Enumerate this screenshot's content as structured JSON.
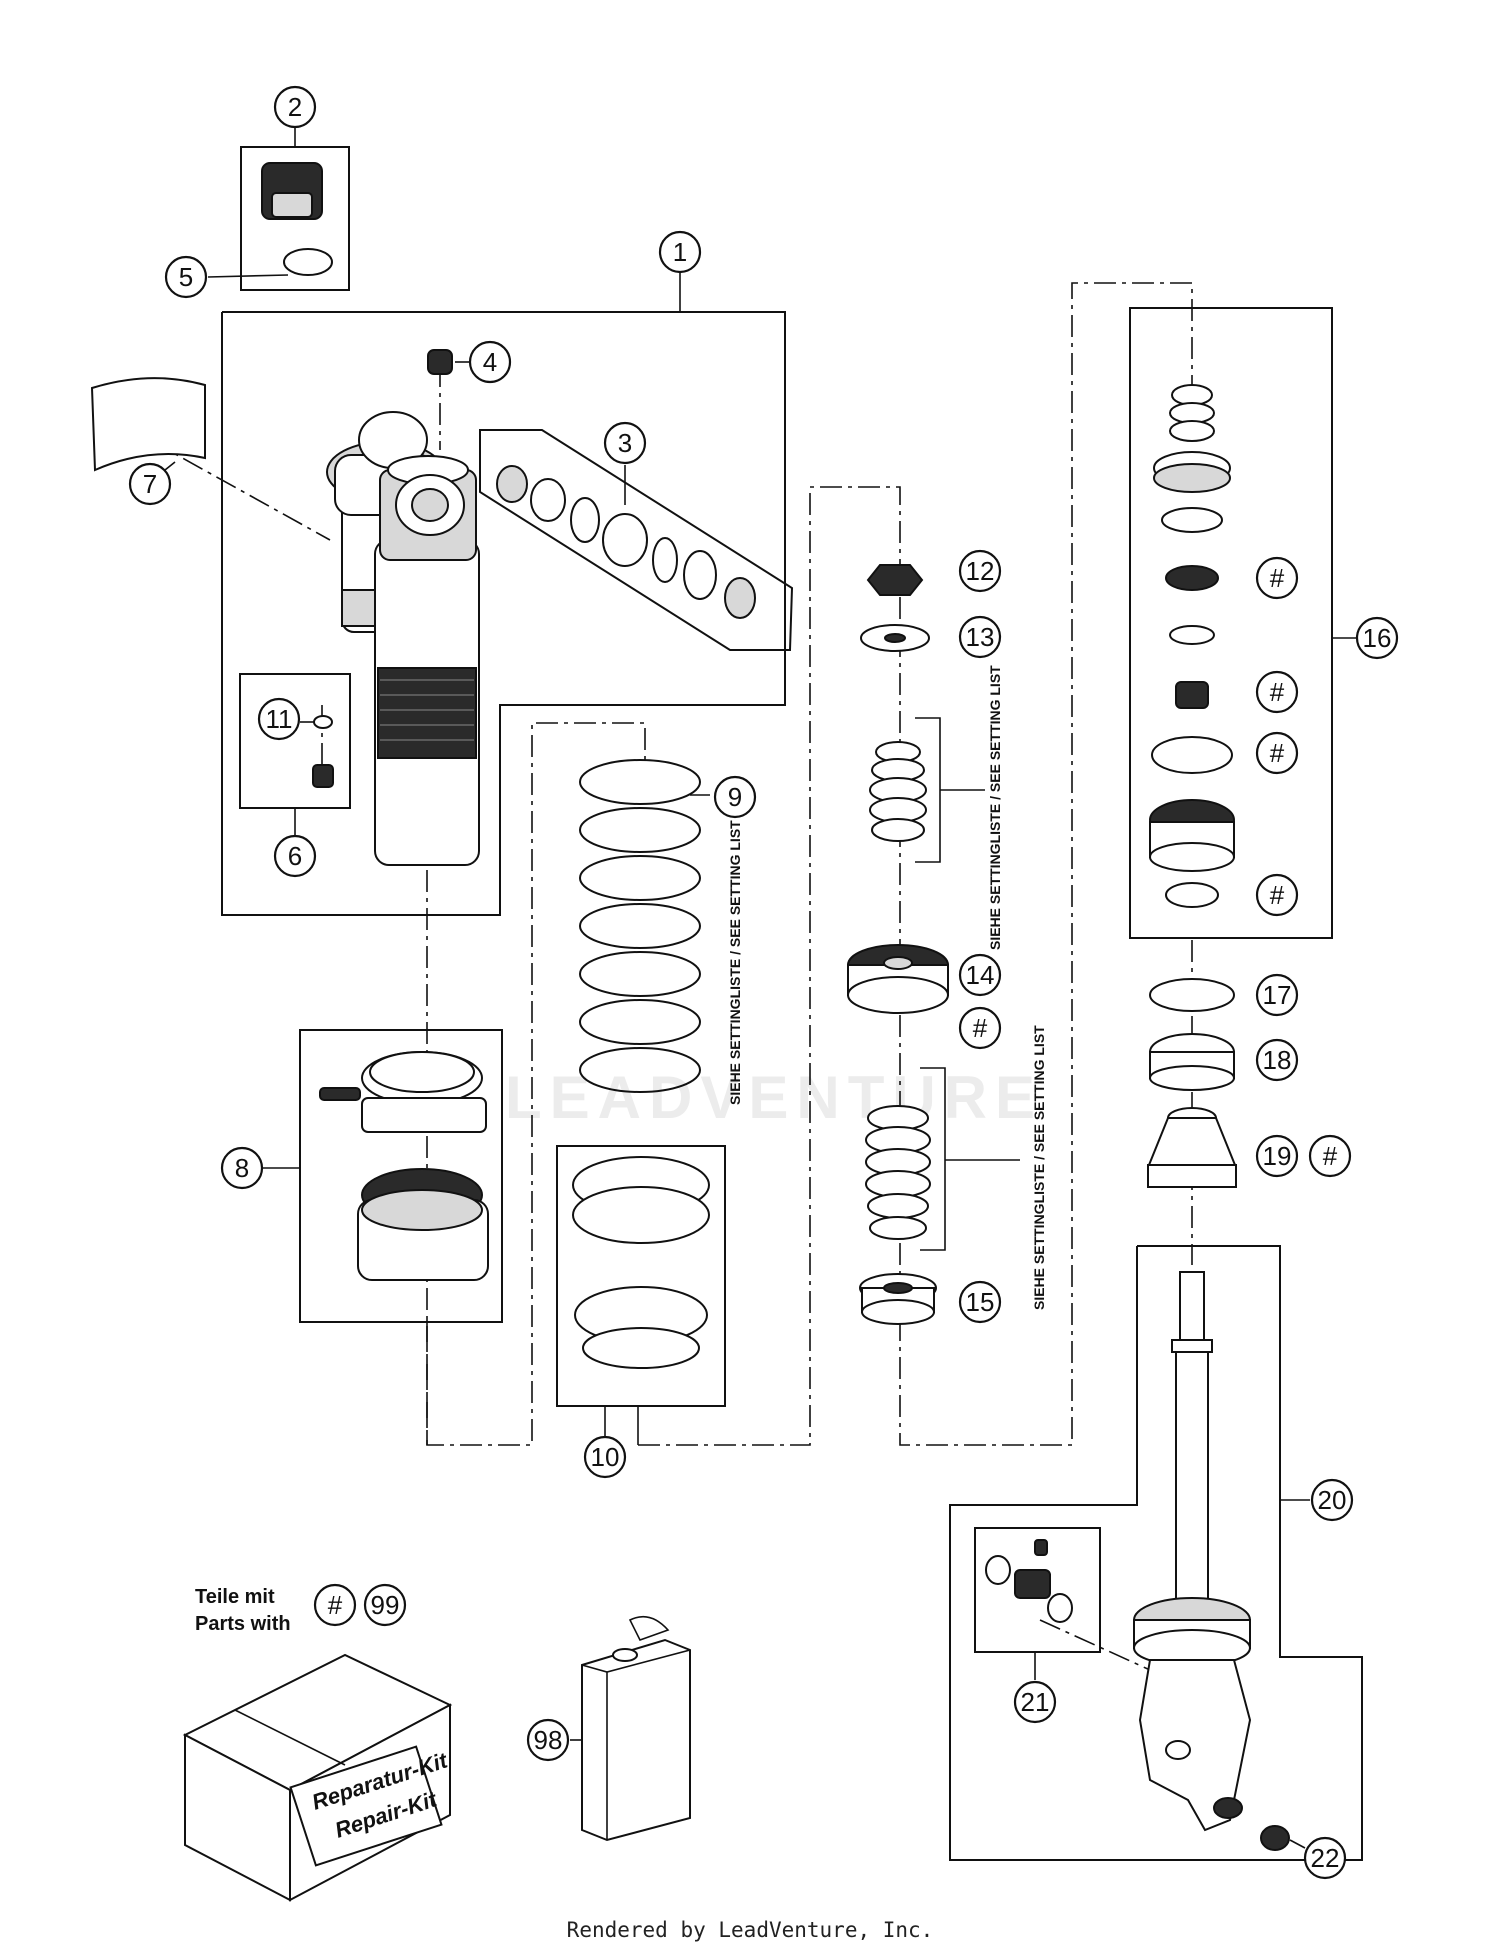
{
  "watermark": "LEADVENTURE",
  "callouts": [
    {
      "id": "c1",
      "label": "1"
    },
    {
      "id": "c2",
      "label": "2"
    },
    {
      "id": "c3",
      "label": "3"
    },
    {
      "id": "c4",
      "label": "4"
    },
    {
      "id": "c5",
      "label": "5"
    },
    {
      "id": "c6",
      "label": "6"
    },
    {
      "id": "c7",
      "label": "7"
    },
    {
      "id": "c8",
      "label": "8"
    },
    {
      "id": "c9",
      "label": "9"
    },
    {
      "id": "c10",
      "label": "10"
    },
    {
      "id": "c11",
      "label": "11"
    },
    {
      "id": "c12",
      "label": "12"
    },
    {
      "id": "c13",
      "label": "13"
    },
    {
      "id": "c14",
      "label": "14"
    },
    {
      "id": "c15",
      "label": "15"
    },
    {
      "id": "c16",
      "label": "16"
    },
    {
      "id": "c17",
      "label": "17"
    },
    {
      "id": "c18",
      "label": "18"
    },
    {
      "id": "c19",
      "label": "19"
    },
    {
      "id": "c20",
      "label": "20"
    },
    {
      "id": "c21",
      "label": "21"
    },
    {
      "id": "c22",
      "label": "22"
    },
    {
      "id": "c98",
      "label": "98"
    },
    {
      "id": "c99",
      "label": "99"
    },
    {
      "id": "h1",
      "label": "#"
    },
    {
      "id": "h2",
      "label": "#"
    },
    {
      "id": "h3",
      "label": "#"
    },
    {
      "id": "h4",
      "label": "#"
    },
    {
      "id": "h5",
      "label": "#"
    },
    {
      "id": "h6",
      "label": "#"
    },
    {
      "id": "h7",
      "label": "#"
    }
  ],
  "setting_labels": {
    "spring": "SIEHE SETTINGLISTE / SEE SETTING LIST",
    "upper_shims": "SIEHE SETTINGLISTE / SEE SETTING LIST",
    "lower_shims": "SIEHE SETTINGLISTE / SEE SETTING LIST"
  },
  "legend": {
    "line1": "Teile mit",
    "line2": "Parts with"
  },
  "repair_kit": {
    "line1": "Reparatur-Kit",
    "line2": "Repair-Kit"
  },
  "footer": "Rendered by LeadVenture, Inc."
}
